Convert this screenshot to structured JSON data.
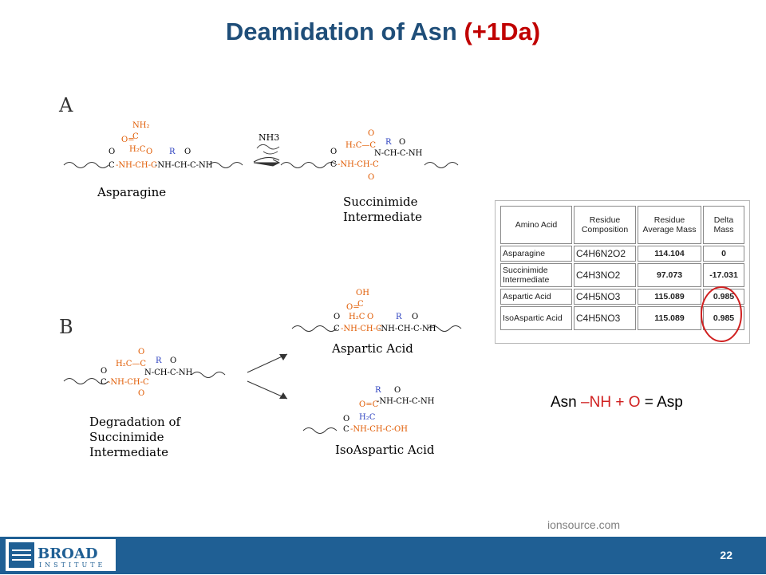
{
  "slide": {
    "title_main": "Deamidation of Asn ",
    "title_accent": "(+1Da)",
    "panel_a": "A",
    "panel_b": "B",
    "labels": {
      "asparagine": "Asparagine",
      "succinimide": [
        "Succinimide",
        "Intermediate"
      ],
      "degradation": [
        "Degradation of",
        "Succinimide",
        "Intermediate"
      ],
      "aspartic": "Aspartic Acid",
      "isoaspartic": "IsoAspartic Acid",
      "nh3": "NH3"
    },
    "table": {
      "headers": [
        "Amino Acid",
        "Residue Composition",
        "Residue Average Mass",
        "Delta Mass"
      ],
      "rows": [
        {
          "amino_acid": "Asparagine",
          "composition": "C4H6N2O2",
          "avg_mass": "114.104",
          "delta": "0"
        },
        {
          "amino_acid": "Succinimide Intermediate",
          "composition": "C4H3NO2",
          "avg_mass": "97.073",
          "delta": "-17.031"
        },
        {
          "amino_acid": "Aspartic Acid",
          "composition": "C4H5NO3",
          "avg_mass": "115.089",
          "delta": "0.985"
        },
        {
          "amino_acid": "IsoAspartic Acid",
          "composition": "C4H5NO3",
          "avg_mass": "115.089",
          "delta": "0.985"
        }
      ]
    },
    "equation": {
      "part1": "Asn ",
      "part2": "–NH + O",
      "part3": " = Asp"
    },
    "credit": "ionsource.com",
    "footer": {
      "page_number": "22",
      "logo_top": "BROAD",
      "logo_bottom": "INSTITUTE"
    },
    "colors": {
      "title": "#1f4e79",
      "accent": "#c00000",
      "footer": "#1f5f94",
      "structure_orange": "#e05a00",
      "r_group_blue": "#2a3fbf"
    }
  }
}
